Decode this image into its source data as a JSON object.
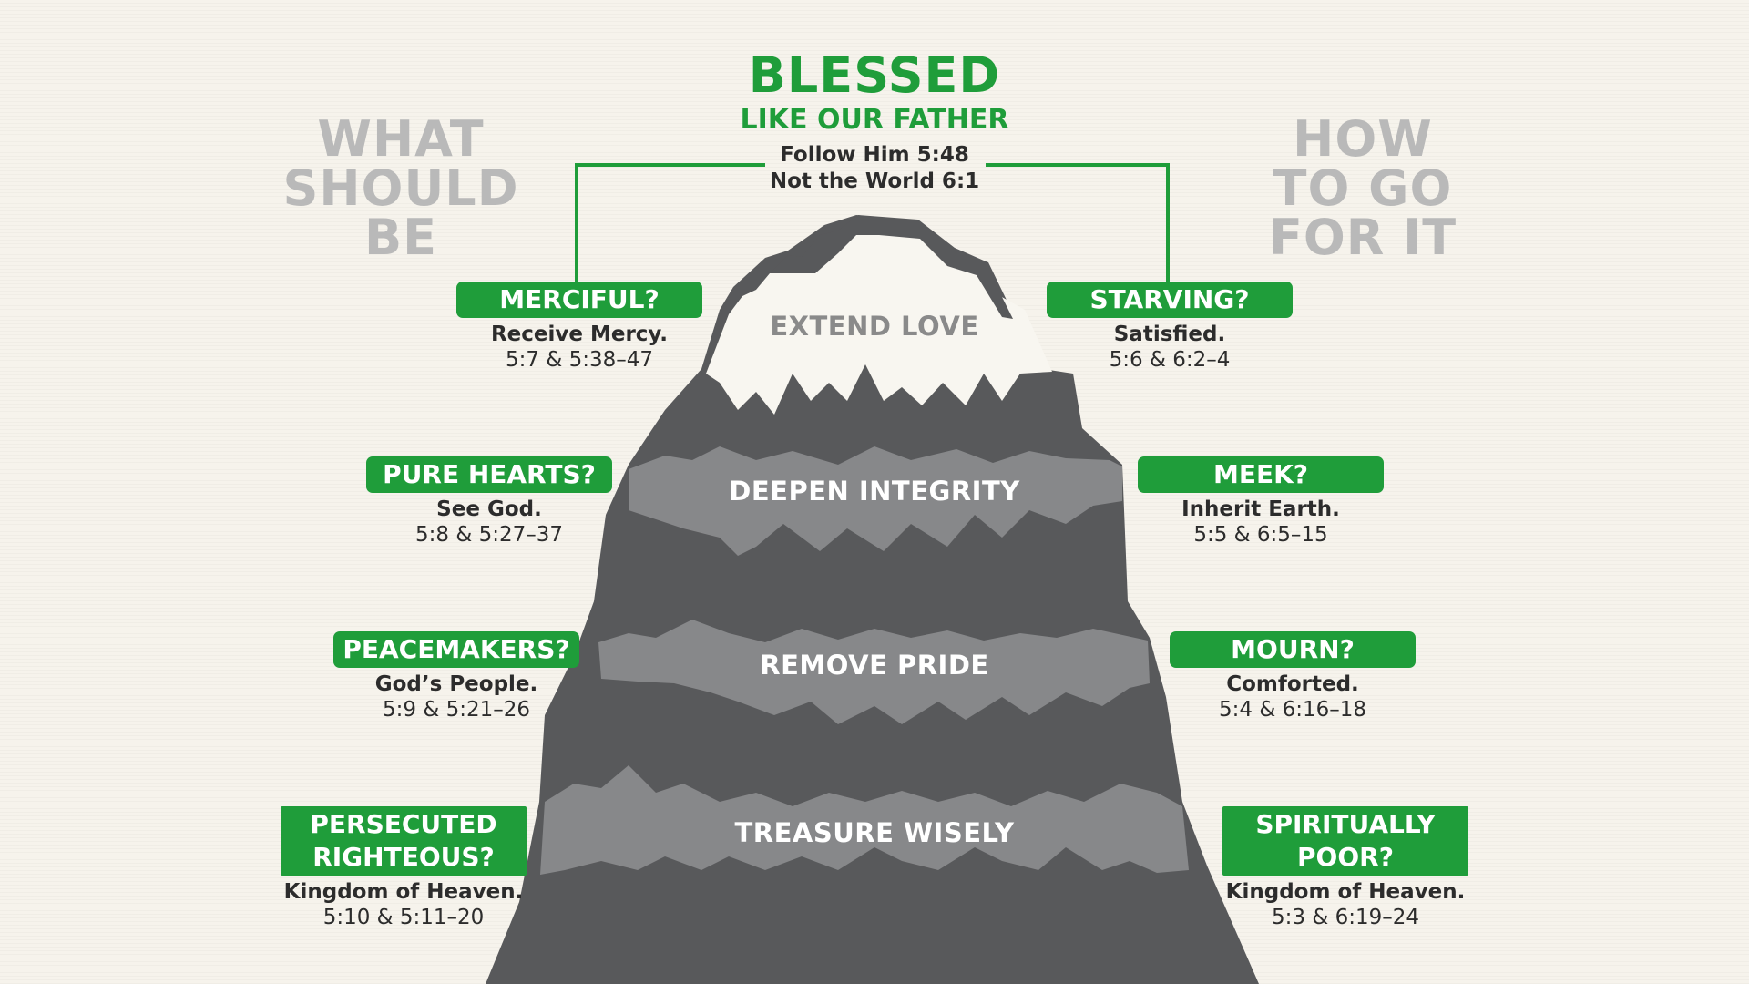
{
  "header": {
    "title": "BLESSED",
    "subtitle": "LIKE OUR FATHER",
    "line1": "Follow Him 5:48",
    "line2": "Not the World 6:1"
  },
  "side_titles": {
    "left": [
      "WHAT",
      "SHOULD",
      "BE"
    ],
    "right": [
      "HOW",
      "TO GO",
      "FOR IT"
    ]
  },
  "layers": [
    "EXTEND LOVE",
    "DEEPEN INTEGRITY",
    "REMOVE PRIDE",
    "TREASURE WISELY"
  ],
  "left_items": [
    {
      "label": "MERCIFUL?",
      "result": "Receive Mercy.",
      "ref": "5:7 & 5:38–47"
    },
    {
      "label": "PURE HEARTS?",
      "result": "See God.",
      "ref": "5:8 & 5:27–37"
    },
    {
      "label": "PEACEMAKERS?",
      "result": "God’s People.",
      "ref": "5:9 & 5:21–26"
    },
    {
      "label_lines": [
        "PERSECUTED",
        "RIGHTEOUS?"
      ],
      "result": "Kingdom of Heaven.",
      "ref": "5:10 & 5:11–20"
    }
  ],
  "right_items": [
    {
      "label": "STARVING?",
      "result": "Satisfied.",
      "ref": "5:6 & 6:2–4"
    },
    {
      "label": "MEEK?",
      "result": "Inherit Earth.",
      "ref": "5:5 & 6:5–15"
    },
    {
      "label": "MOURN?",
      "result": "Comforted.",
      "ref": "5:4 & 6:16–18"
    },
    {
      "label_lines": [
        "SPIRITUALLY",
        "POOR?"
      ],
      "result": "Kingdom of Heaven.",
      "ref": "5:3 & 6:19–24"
    }
  ],
  "colors": {
    "green": "#1f9d3a",
    "rock_dark": "#58595b",
    "rock_band": "#87888a",
    "snow": "#f8f6f0",
    "heading_gray": "#b9b9b9"
  }
}
